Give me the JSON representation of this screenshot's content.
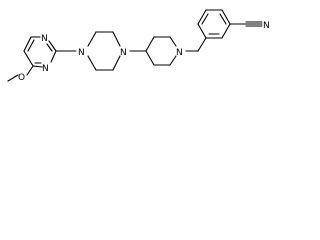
{
  "molecule": {
    "atom_labels": {
      "pyrimidine_n_top": "N",
      "pyrimidine_n_bottom": "N",
      "piperazine_n_left": "N",
      "piperazine_n_right": "N",
      "piperidine_n": "N",
      "methoxy_o": "O",
      "nitrile_n": "N"
    }
  }
}
